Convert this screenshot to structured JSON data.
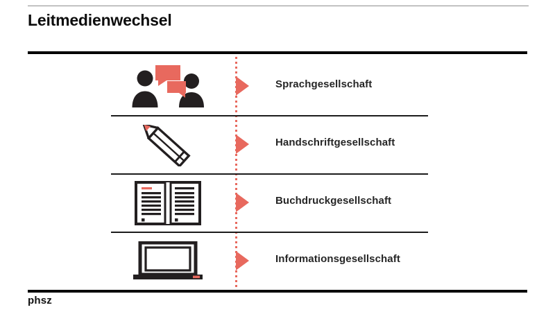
{
  "slide": {
    "title": "Leitmedienwechsel",
    "footer_label": "phsz"
  },
  "colors": {
    "accent": "#e8695e",
    "rule": "#000000",
    "top_rule": "#8c8c8c",
    "label_text": "#262626",
    "title_text": "#0d0d0d",
    "icon_dark": "#231f20",
    "background": "#ffffff"
  },
  "diagram": {
    "axis": {
      "name": "timeline-dotted-axis",
      "style": "dotted",
      "orientation": "vertical",
      "color": "#e8695e"
    },
    "rows": [
      {
        "icon": "speech-bubbles-people-icon",
        "arrow": "arrow-right-icon",
        "label": "Sprachgesellschaft"
      },
      {
        "icon": "pencil-icon",
        "arrow": "arrow-right-icon",
        "label": "Handschriftgesellschaft"
      },
      {
        "icon": "open-book-icon",
        "arrow": "arrow-right-icon",
        "label": "Buchdruckgesellschaft"
      },
      {
        "icon": "laptop-icon",
        "arrow": "arrow-right-icon",
        "label": "Informationsgesellschaft"
      }
    ]
  }
}
